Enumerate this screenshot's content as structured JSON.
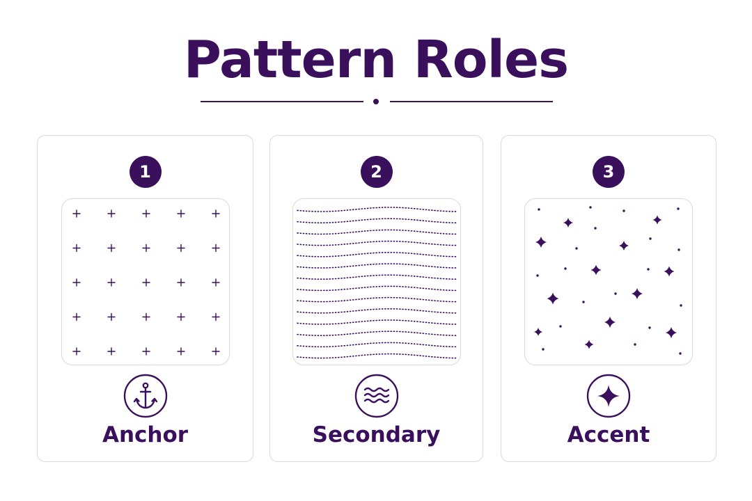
{
  "title": "Pattern Roles",
  "colors": {
    "primary": "#3a0f5c",
    "border": "#d9d9de",
    "background": "#ffffff"
  },
  "cards": [
    {
      "number": "1",
      "label": "Anchor",
      "icon": "anchor-icon",
      "pattern": "plus-grid"
    },
    {
      "number": "2",
      "label": "Secondary",
      "icon": "waves-icon",
      "pattern": "dotted-waves"
    },
    {
      "number": "3",
      "label": "Accent",
      "icon": "sparkle-icon",
      "pattern": "stars-and-dots"
    }
  ]
}
